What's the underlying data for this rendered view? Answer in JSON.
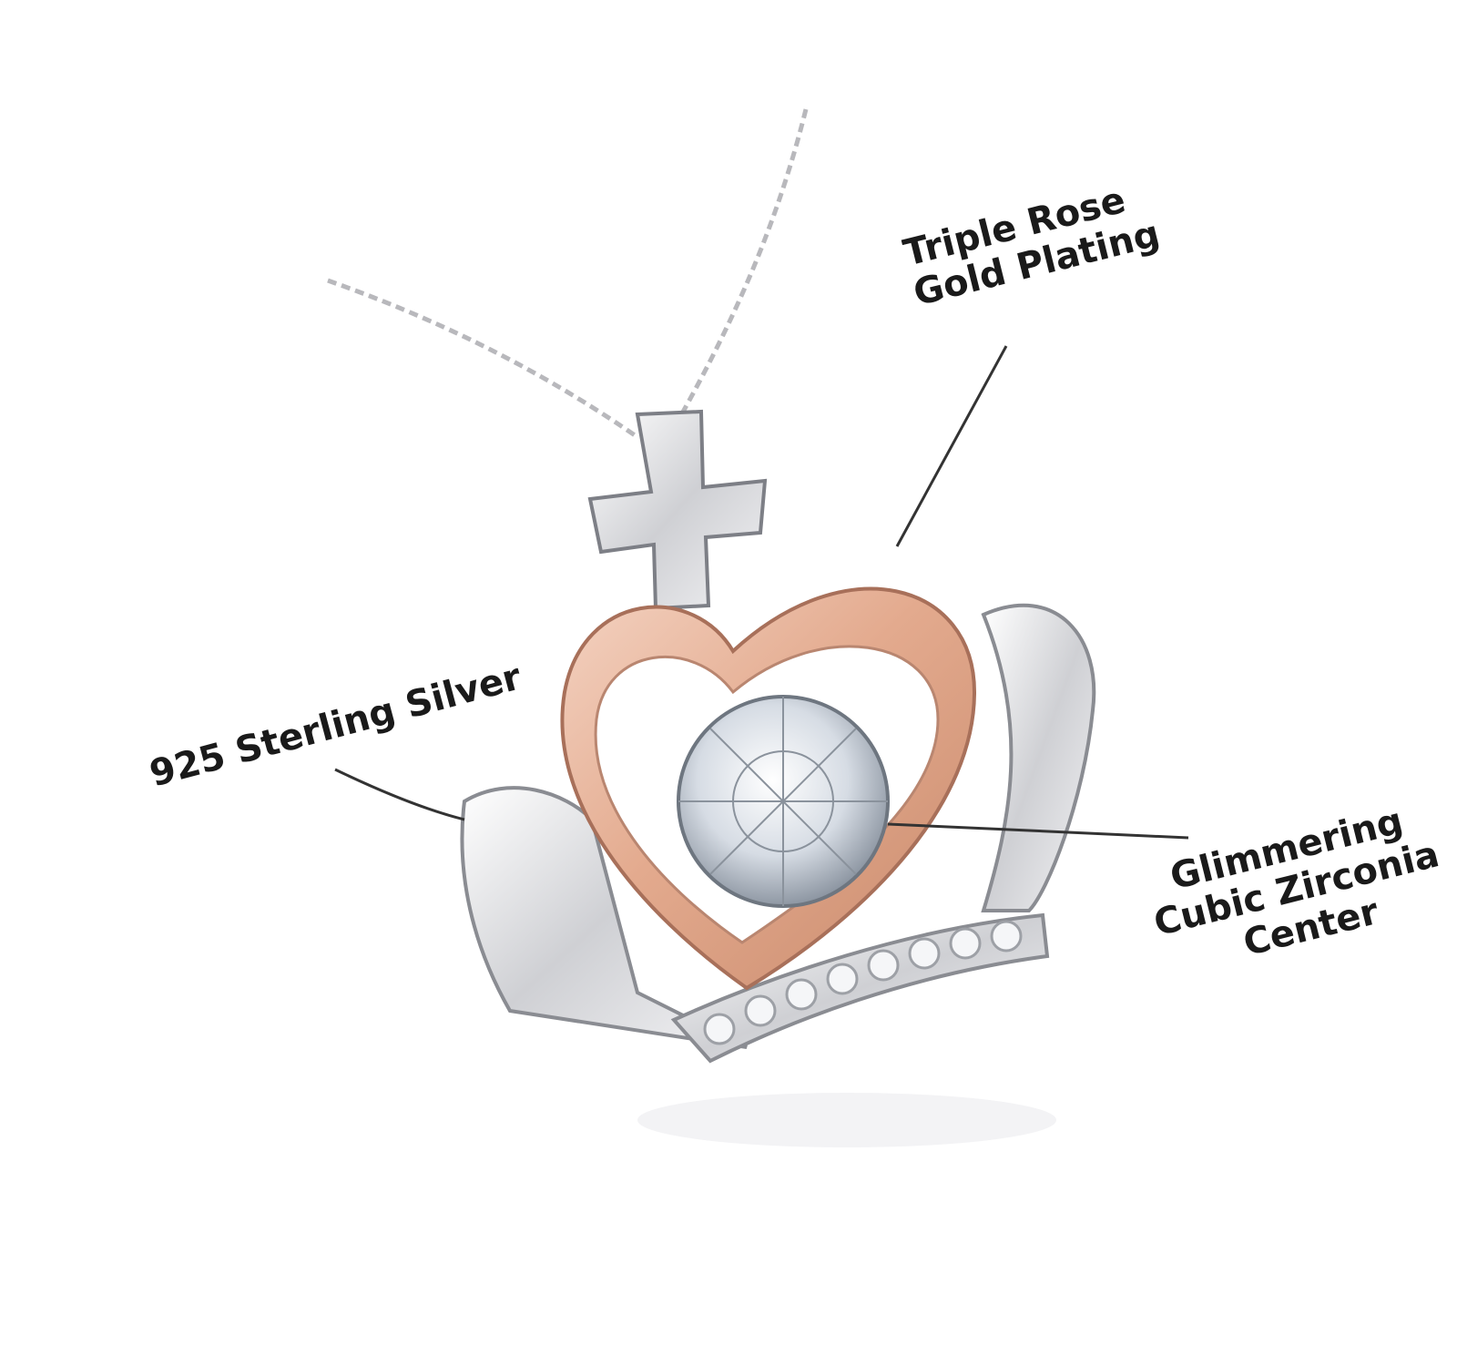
{
  "callouts": {
    "plating": {
      "line1": "Triple Rose",
      "line2": "Gold Plating"
    },
    "silver": {
      "line1": "925 Sterling Silver"
    },
    "center": {
      "line1": "Glimmering",
      "line2": "Cubic Zirconia",
      "line3": "Center"
    }
  },
  "colors": {
    "background": "#ffffff",
    "rose_gold": "#e8b8a0",
    "silver": "#d9d9dc",
    "text": "#1a1a1a",
    "leader_line": "#333333"
  }
}
